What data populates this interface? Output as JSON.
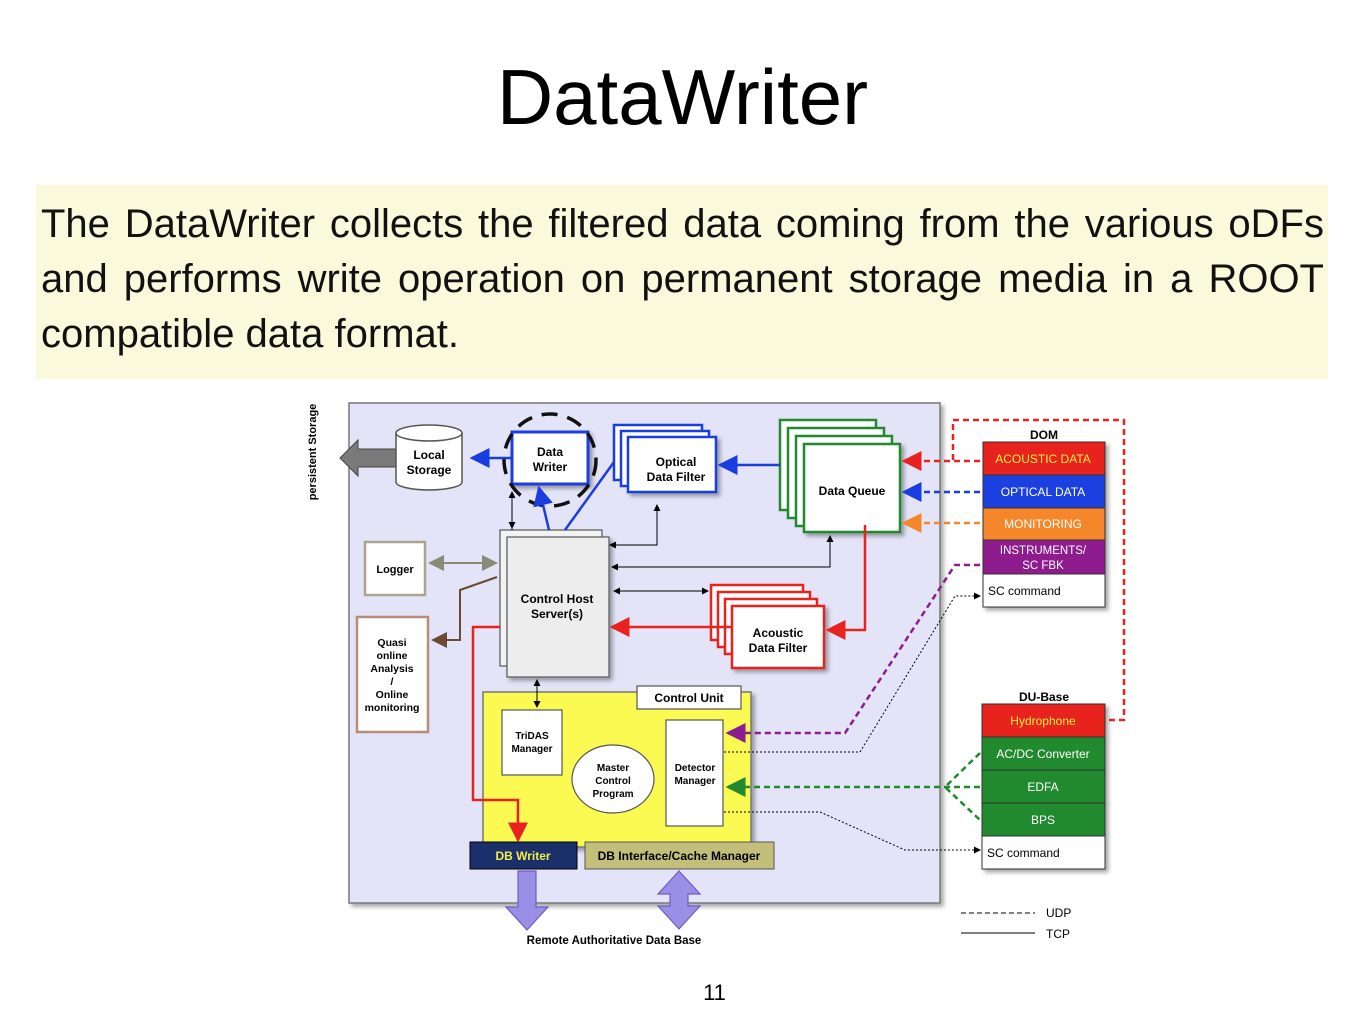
{
  "slide": {
    "title": "DataWriter",
    "description": "The DataWriter collects the filtered data coming from the various oDFs and performs write operation on permanent storage media in a ROOT compatible data format.",
    "page_number": "11"
  },
  "diagram": {
    "persistent_storage_label": "persistent Storage",
    "local_storage": "Local Storage",
    "data_writer": "Data Writer",
    "optical_data_filter": "Optical Data Filter",
    "data_queue": "Data Queue",
    "logger": "Logger",
    "quasi_online": [
      "Quasi",
      "online",
      "Analysis",
      "/",
      "Online",
      "monitoring"
    ],
    "control_host_server": [
      "Control Host",
      "Server(s)"
    ],
    "acoustic_data_filter": [
      "Acoustic",
      "Data Filter"
    ],
    "control_unit": "Control Unit",
    "tridas_manager": [
      "TriDAS",
      "Manager"
    ],
    "master_control_program": [
      "Master",
      "Control",
      "Program"
    ],
    "detector_manager": [
      "Detector",
      "Manager"
    ],
    "db_writer": "DB Writer",
    "db_interface": "DB Interface/Cache Manager",
    "remote_db": "Remote Authoritative Data Base",
    "dom_title": "DOM",
    "dom_rows": [
      {
        "label": "ACOUSTIC DATA",
        "color": "#e8231f"
      },
      {
        "label": "OPTICAL DATA",
        "color": "#1f3fe0"
      },
      {
        "label": "MONITORING",
        "color": "#f5862a"
      },
      {
        "label": "INSTRUMENTS/ SC FBK",
        "color": "#8e1c8e"
      },
      {
        "label": "SC command",
        "color": "#ffffff"
      }
    ],
    "du_title": "DU-Base",
    "du_rows": [
      {
        "label": "Hydrophone",
        "color": "#e8231f"
      },
      {
        "label": "AC/DC Converter",
        "color": "#228a2e"
      },
      {
        "label": "EDFA",
        "color": "#228a2e"
      },
      {
        "label": "BPS",
        "color": "#228a2e"
      },
      {
        "label": "SC command",
        "color": "#ffffff"
      }
    ],
    "legend": {
      "udp": "UDP",
      "tcp": "TCP"
    }
  }
}
